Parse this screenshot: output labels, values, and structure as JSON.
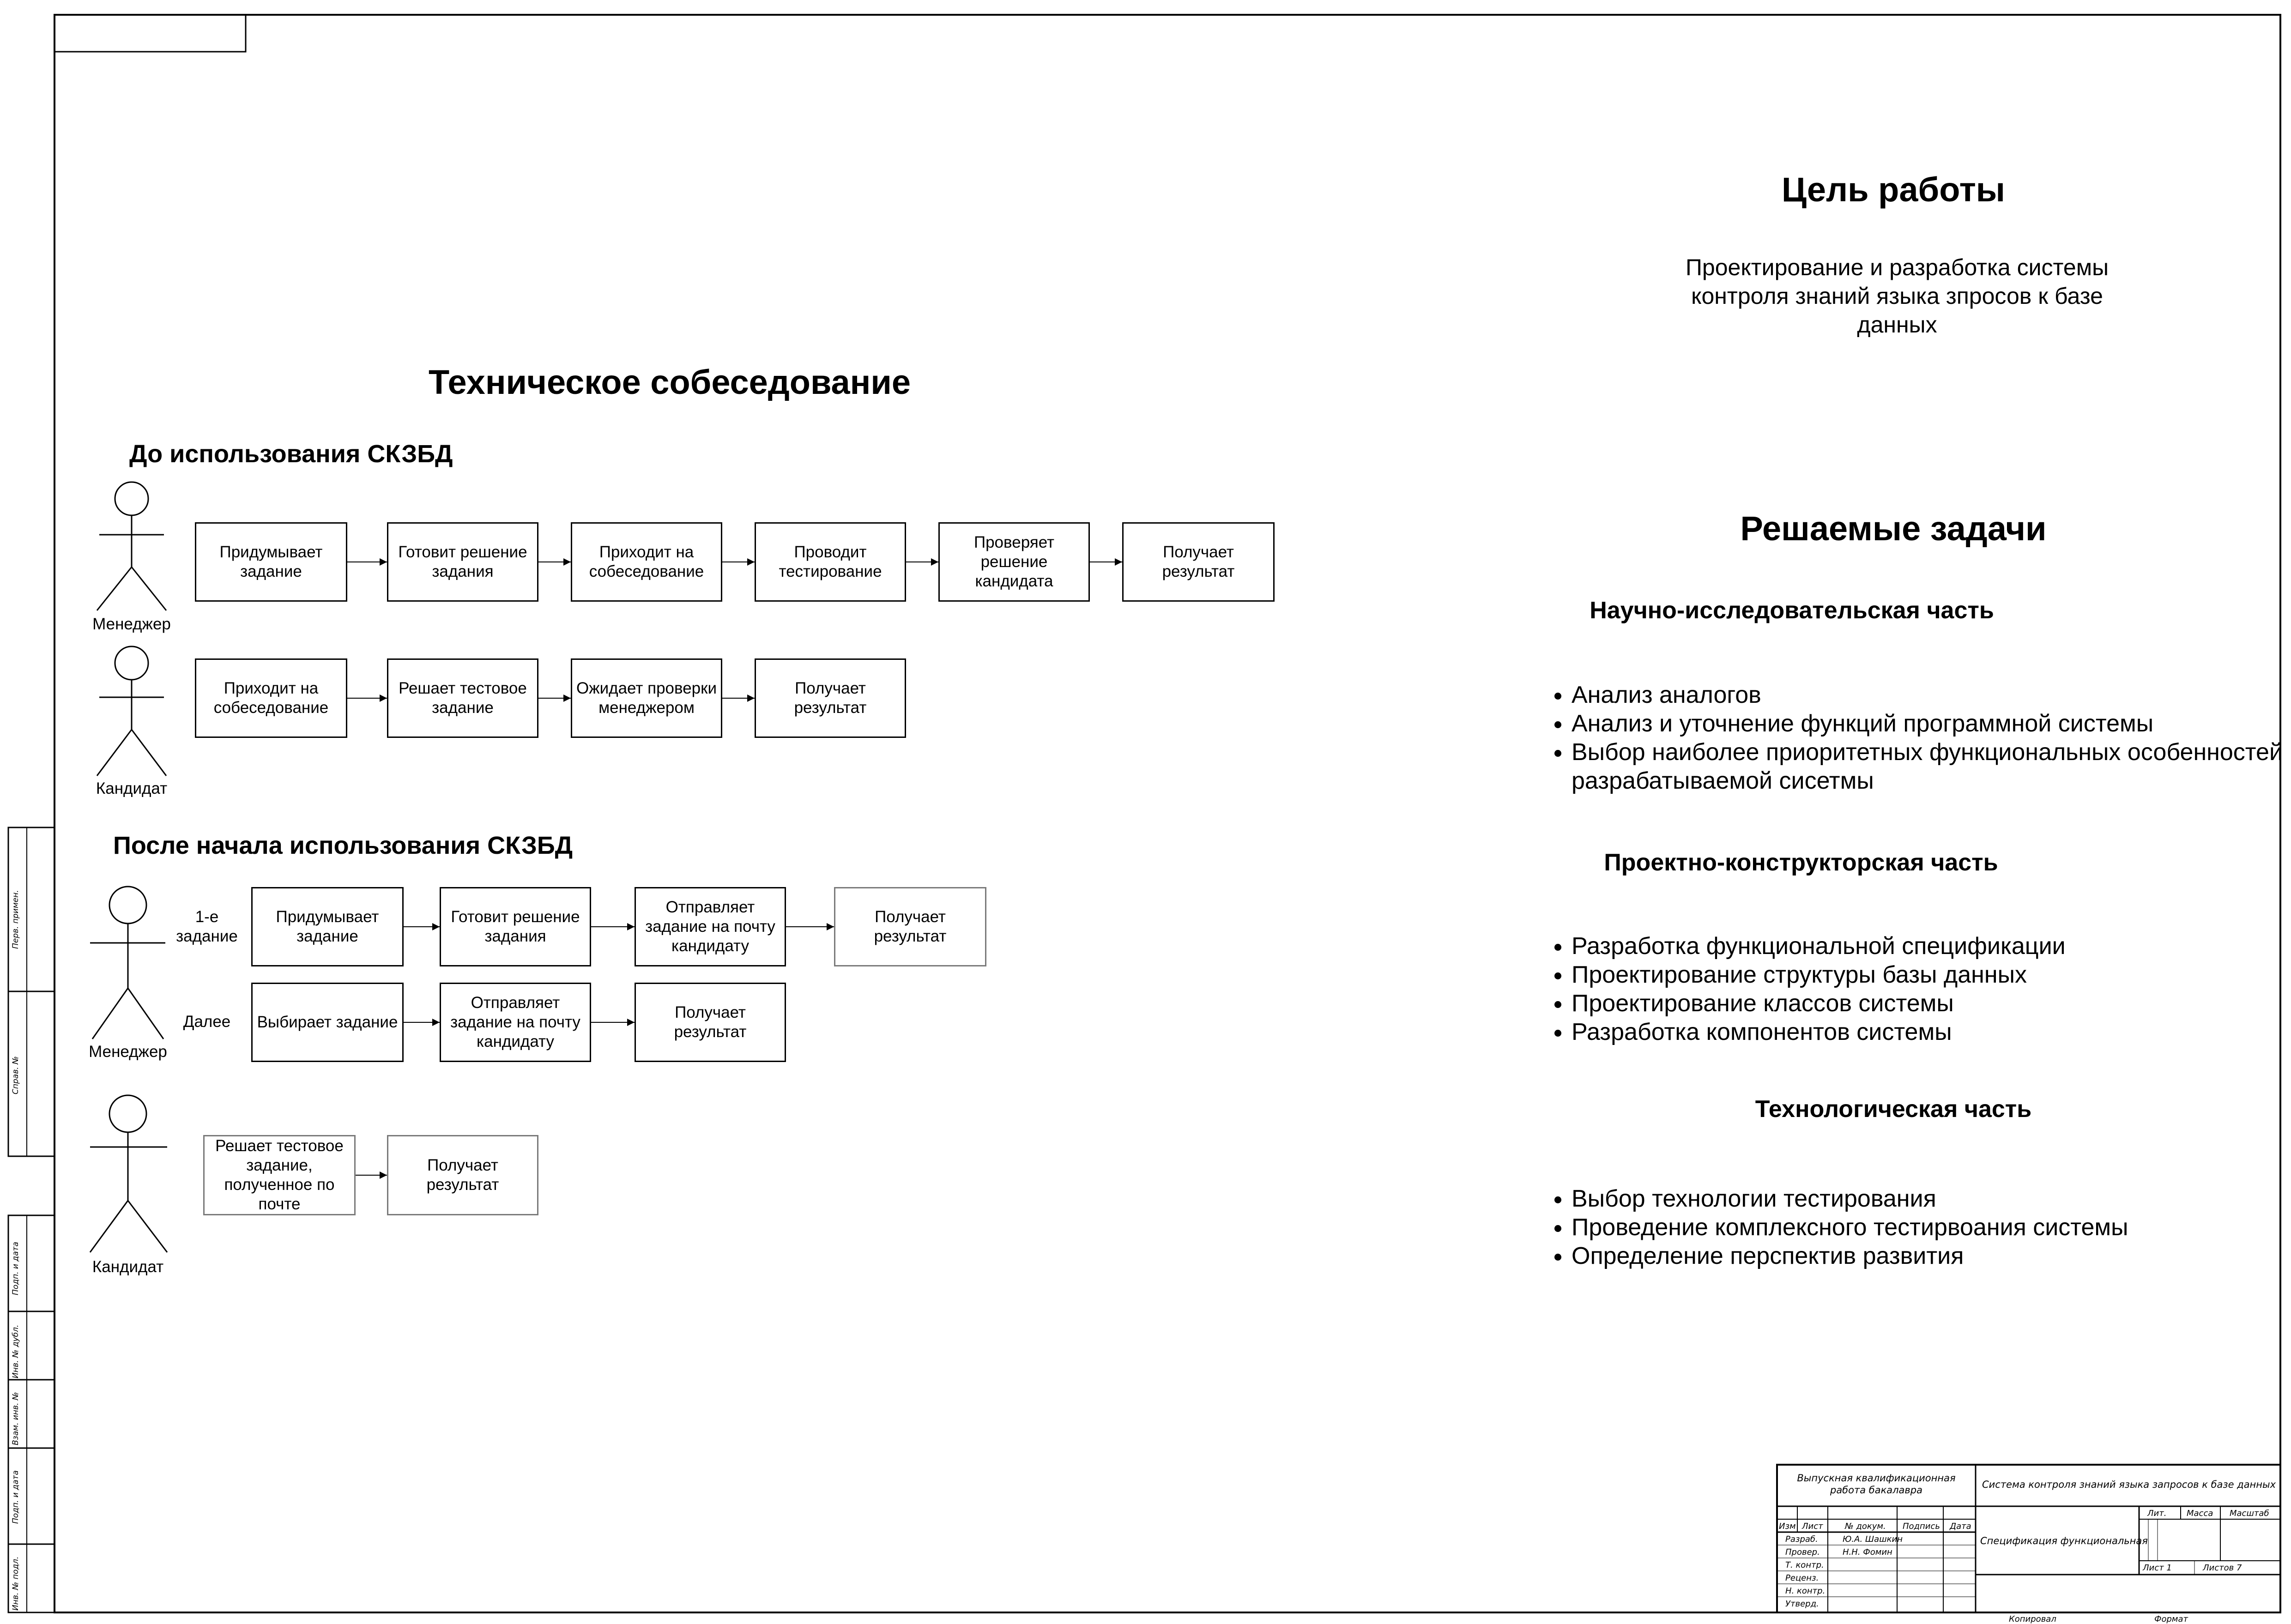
{
  "goal": {
    "title": "Цель работы",
    "text": "Проектирование и разработка системы контроля знаний языка зпросов к базе данных"
  },
  "diagram": {
    "title": "Техническое собеседование",
    "before": {
      "title": "До использования СКЗБД",
      "manager": {
        "label": "Менеджер",
        "steps": [
          "Придумывает задание",
          "Готовит решение задания",
          "Приходит на собеседование",
          "Проводит тестирование",
          "Проверяет решение кандидата",
          "Получает результат"
        ]
      },
      "candidate": {
        "label": "Кандидат",
        "steps": [
          "Приходит на собеседование",
          "Решает тестовое задание",
          "Ожидает проверки менеджером",
          "Получает результат"
        ]
      }
    },
    "after": {
      "title": "После начала использования СКЗБД",
      "manager": {
        "label": "Менеджер",
        "first_label": "1-е задание",
        "first_steps": [
          "Придумывает задание",
          "Готовит решение задания",
          "Отправляет задание на почту кандидату",
          "Получает результат"
        ],
        "next_label": "Далее",
        "next_steps": [
          "Выбирает задание",
          "Отправляет задание на почту кандидату",
          "Получает результат"
        ]
      },
      "candidate": {
        "label": "Кандидат",
        "steps": [
          "Решает тестовое задание, полученное по почте",
          "Получает результат"
        ]
      }
    }
  },
  "tasks": {
    "title": "Решаемые задачи",
    "parts": [
      {
        "title": "Научно-исследовательская часть",
        "items": [
          "Анализ аналогов",
          "Анализ и уточнение функций программной системы",
          "Выбор наиболее приоритетных функциональных особенностей разрабатываемой сисетмы"
        ]
      },
      {
        "title": "Проектно-конструкторская часть",
        "items": [
          "Разработка функциональной спецификации",
          "Проектирование структуры базы данных",
          "Проектирование классов системы",
          "Разработка компонентов системы"
        ]
      },
      {
        "title": "Технологическая часть",
        "items": [
          "Выбор технологии тестирования",
          "Проведение комплексного тестирвоания системы",
          "Определение перспектив развития"
        ]
      }
    ]
  },
  "stamp": {
    "work_type": "Выпускная квалификационная работа бакалавра",
    "project_title": "Система контроля знаний языка запросов к базе данных",
    "doc_title": "Спецификация функциональная",
    "col_headers": [
      "Изм",
      "Лист",
      "№ докум.",
      "Подпись",
      "Дата"
    ],
    "roles": [
      "Разраб.",
      "Провер.",
      "Т. контр.",
      "Реценз.",
      "Н. контр.",
      "Утверд."
    ],
    "developer": "Ю.А. Шашкин",
    "checker": "Н.Н. Фомин",
    "lit_label": "Лит.",
    "mass_label": "Масса",
    "scale_label": "Масштаб",
    "sheet_label": "Лист 1",
    "sheets_label": "Листов 7",
    "copied_label": "Копировал",
    "format_label": "Формат"
  },
  "side_strip": {
    "labels": [
      "Перв. примен.",
      "Справ. №",
      "Подп. и дата",
      "Инв. № дубл.",
      "Взам. инв. №",
      "Подп. и дата",
      "Инв. № подл."
    ]
  }
}
